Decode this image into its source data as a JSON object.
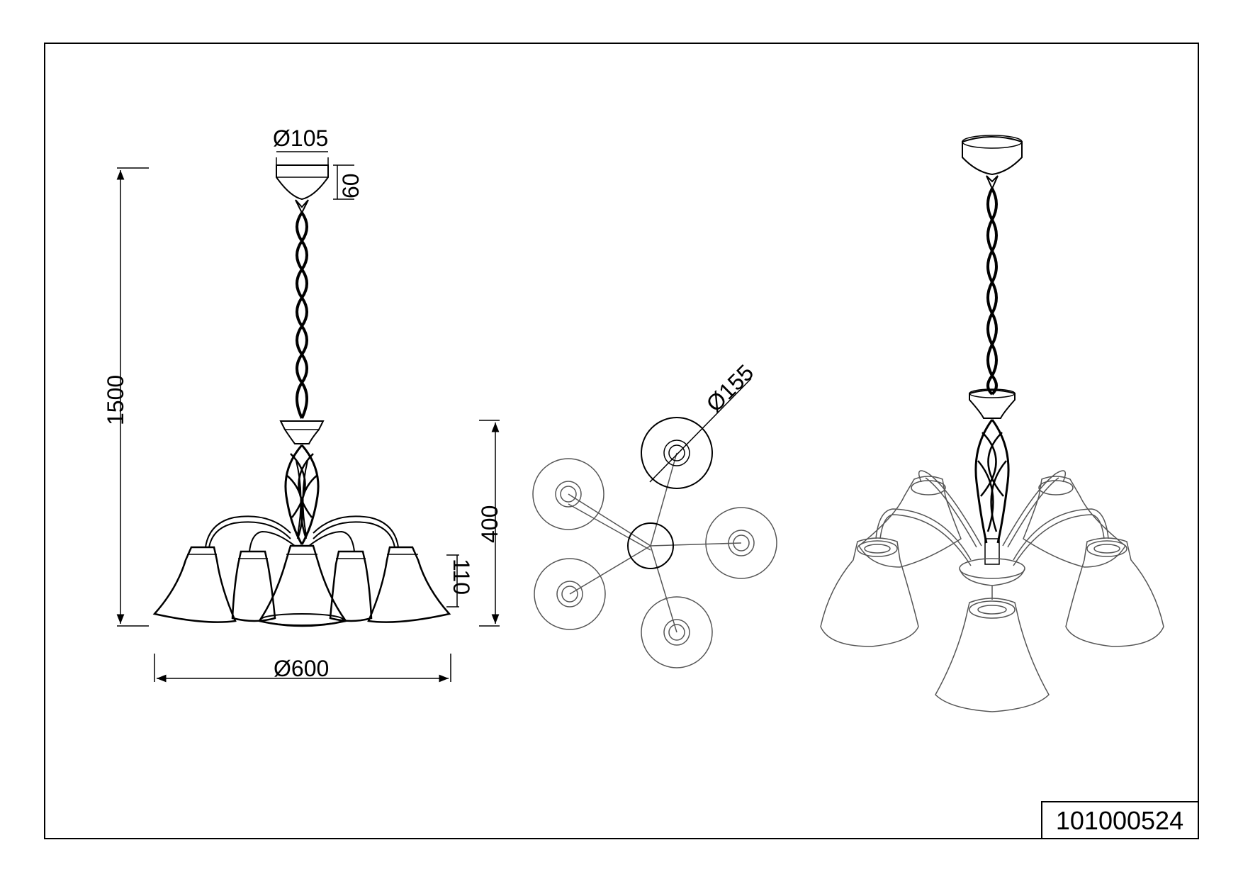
{
  "drawing": {
    "article_number": "101000524",
    "dimensions": {
      "canopy_diameter": "Ø105",
      "canopy_height": "60",
      "total_height": "1500",
      "body_height": "400",
      "shade_height": "110",
      "total_diameter": "Ø600",
      "shade_diameter": "Ø155"
    }
  }
}
